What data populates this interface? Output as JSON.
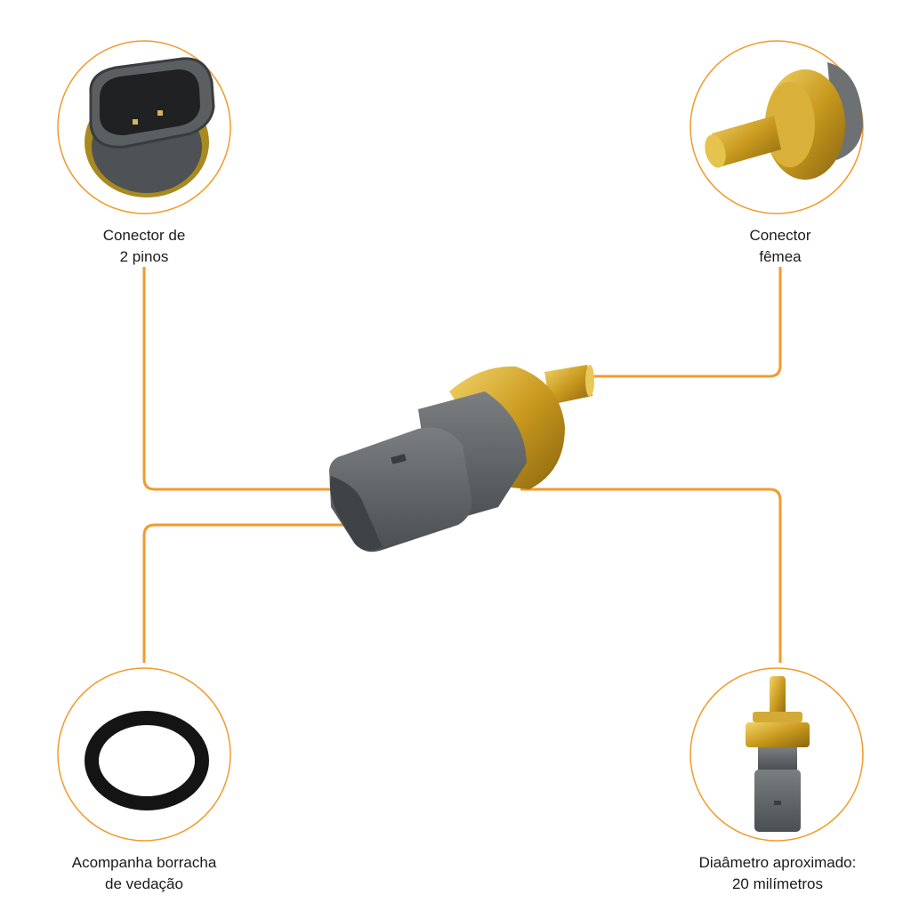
{
  "colors": {
    "accent": "#f39a2b",
    "gray": "#5f6366",
    "brass": "#c9a227"
  },
  "callouts": {
    "top_left": {
      "line1": "Conector de",
      "line2": "2 pinos"
    },
    "top_right": {
      "line1": "Conector",
      "line2": "fêmea"
    },
    "bottom_left": {
      "line1": "Acompanha borracha",
      "line2": "de vedação"
    },
    "bottom_right": {
      "line1": "Diaâmetro aproximado:",
      "line2": "20 milímetros"
    }
  }
}
